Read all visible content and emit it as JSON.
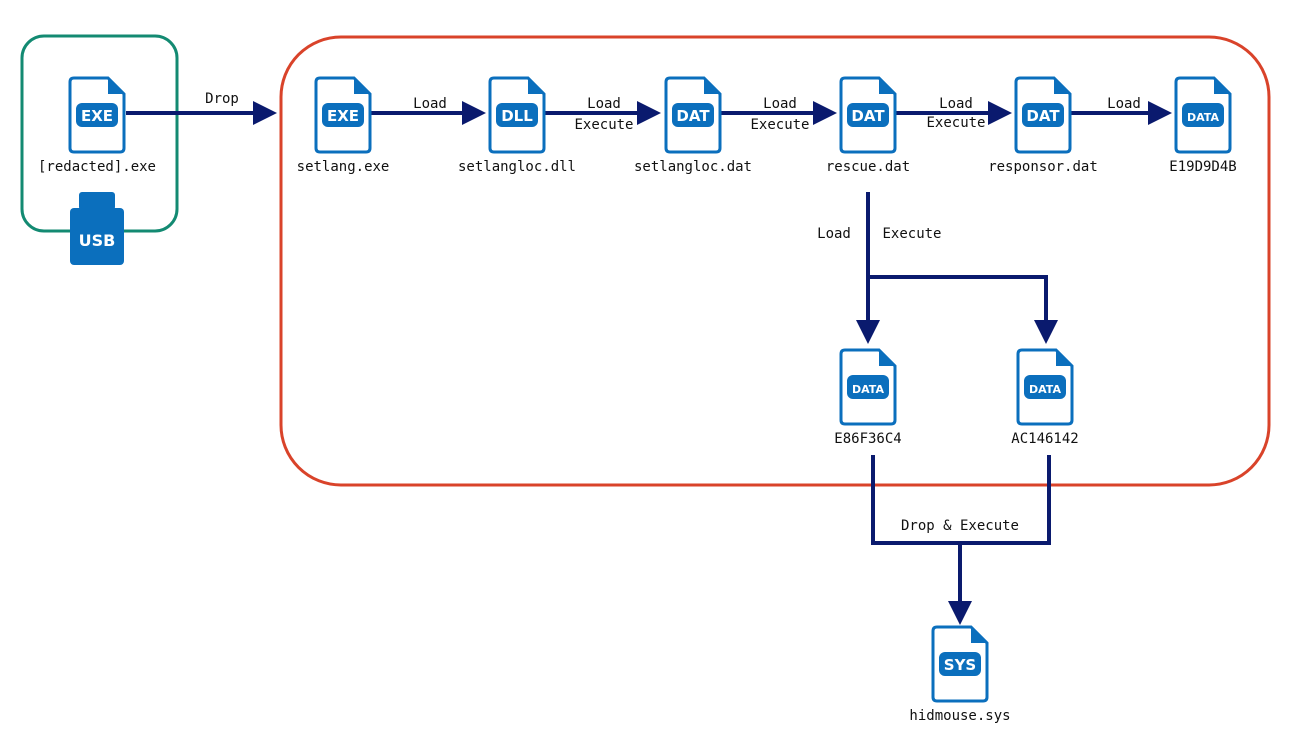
{
  "colors": {
    "icon_blue": "#0b6fbd",
    "arrow_navy": "#0a1a6e",
    "usb_box": "#138a72",
    "process_box": "#d9432a",
    "text": "#111111"
  },
  "usb": {
    "label": "USB",
    "file": {
      "badge": "EXE",
      "name": "[redacted].exe"
    }
  },
  "edges": {
    "drop": "Drop",
    "setlang_to_dll": "Load",
    "dll_to_dat_1": "Load",
    "dll_to_dat_2": "Execute",
    "dat_to_rescue_1": "Load",
    "dat_to_rescue_2": "Execute",
    "rescue_to_responsor_1": "Load",
    "rescue_to_responsor_2": "Execute",
    "responsor_to_data": "Load",
    "rescue_down_left": "Load",
    "rescue_down_right": "Execute",
    "drop_execute": "Drop & Execute"
  },
  "files": {
    "setlang": {
      "badge": "EXE",
      "name": "setlang.exe"
    },
    "setlangloc_dll": {
      "badge": "DLL",
      "name": "setlangloc.dll"
    },
    "setlangloc_dat": {
      "badge": "DAT",
      "name": "setlangloc.dat"
    },
    "rescue": {
      "badge": "DAT",
      "name": "rescue.dat"
    },
    "responsor": {
      "badge": "DAT",
      "name": "responsor.dat"
    },
    "e19d9d4b": {
      "badge": "DATA",
      "name": "E19D9D4B"
    },
    "e86f36c4": {
      "badge": "DATA",
      "name": "E86F36C4"
    },
    "ac146142": {
      "badge": "DATA",
      "name": "AC146142"
    },
    "hidmouse": {
      "badge": "SYS",
      "name": "hidmouse.sys"
    }
  }
}
